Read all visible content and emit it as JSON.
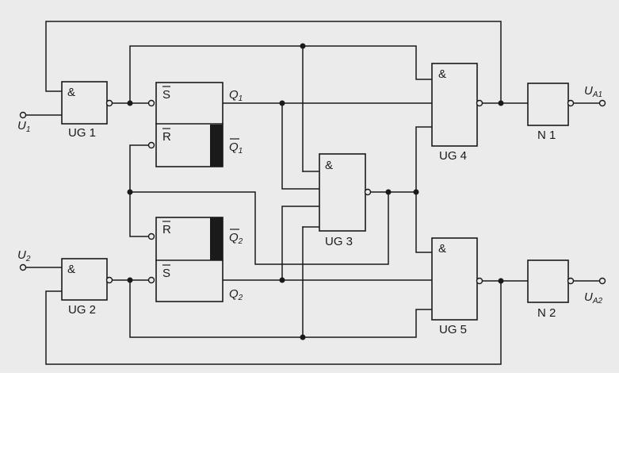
{
  "gates": {
    "ug1": {
      "symbol": "&",
      "name": "UG 1"
    },
    "ug2": {
      "symbol": "&",
      "name": "UG 2"
    },
    "ug3": {
      "symbol": "&",
      "name": "UG 3"
    },
    "ug4": {
      "symbol": "&",
      "name": "UG 4"
    },
    "ug5": {
      "symbol": "&",
      "name": "UG 5"
    },
    "n1": {
      "name": "N 1"
    },
    "n2": {
      "name": "N 2"
    }
  },
  "flipflop1": {
    "s": "S",
    "r": "R",
    "q": "Q",
    "q_sub": "1",
    "qbar": "Q",
    "qbar_sub": "1"
  },
  "flipflop2": {
    "r": "R",
    "s": "S",
    "q": "Q",
    "q_sub": "2",
    "qbar": "Q",
    "qbar_sub": "2"
  },
  "terminals": {
    "u1": {
      "base": "U",
      "sub": "1"
    },
    "u2": {
      "base": "U",
      "sub": "2"
    },
    "ua1": {
      "base": "U",
      "sub": "A1"
    },
    "ua2": {
      "base": "U",
      "sub": "A2"
    }
  }
}
